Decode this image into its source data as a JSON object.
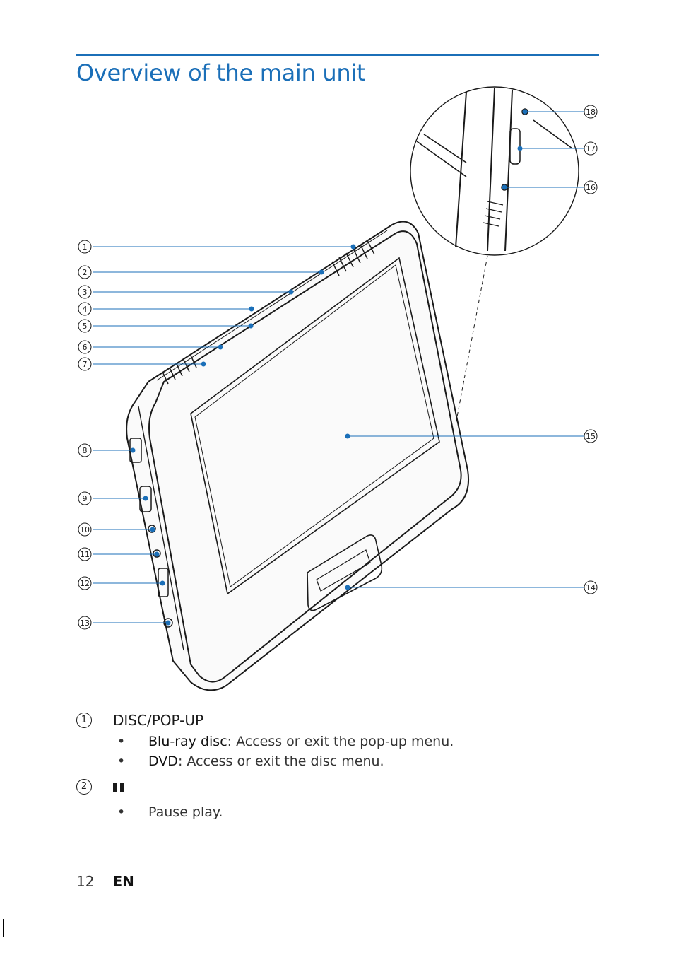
{
  "page": {
    "title": "Overview of the main unit",
    "page_number": "12",
    "language": "EN"
  },
  "figure": {
    "callouts": [
      "1",
      "2",
      "3",
      "4",
      "5",
      "6",
      "7",
      "8",
      "9",
      "10",
      "11",
      "12",
      "13",
      "14",
      "15",
      "16",
      "17",
      "18"
    ]
  },
  "items": [
    {
      "number": "1",
      "name": "DISC/POP-UP",
      "bullets": [
        {
          "term": "Blu-ray disc",
          "text": ": Access or exit the pop-up menu."
        },
        {
          "term": "DVD",
          "text": ": Access or exit the disc menu."
        }
      ]
    },
    {
      "number": "2",
      "name": "",
      "icon": "pause-icon",
      "bullets": [
        {
          "term": "",
          "text": "Pause play."
        }
      ]
    }
  ],
  "colors": {
    "accent": "#1b6fb8",
    "leader_line": "#1b6fb8",
    "device_outline": "#1a1a1a"
  }
}
